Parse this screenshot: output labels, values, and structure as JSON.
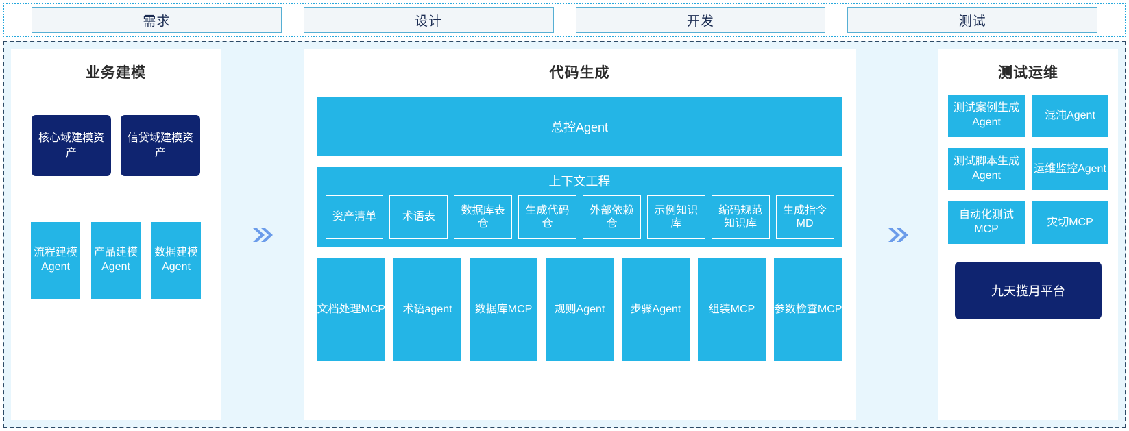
{
  "colors": {
    "cyan": "#24b5e6",
    "navy": "#0f2470",
    "panel_bg": "#e8f6fd",
    "chevron": "#6b9cea",
    "frame_border": "#2c4a66",
    "phase_border": "#27a8dd"
  },
  "phases": [
    {
      "label": "需求"
    },
    {
      "label": "设计"
    },
    {
      "label": "开发"
    },
    {
      "label": "测试"
    }
  ],
  "left_panel": {
    "title": "业务建模",
    "assets": [
      {
        "label": "核心域建模资产"
      },
      {
        "label": "信贷域建模资产"
      }
    ],
    "agents": [
      {
        "label": "流程建模Agent"
      },
      {
        "label": "产品建模Agent"
      },
      {
        "label": "数据建模Agent"
      }
    ]
  },
  "center_panel": {
    "title": "代码生成",
    "master_agent": "总控Agent",
    "context": {
      "title": "上下文工程",
      "items": [
        {
          "label": "资产清单"
        },
        {
          "label": "术语表"
        },
        {
          "label": "数据库表仓"
        },
        {
          "label": "生成代码仓"
        },
        {
          "label": "外部依赖仓"
        },
        {
          "label": "示例知识库"
        },
        {
          "label": "编码规范知识库"
        },
        {
          "label": "生成指令MD"
        }
      ]
    },
    "tools": [
      {
        "label": "文档处理MCP"
      },
      {
        "label": "术语agent"
      },
      {
        "label": "数据库MCP"
      },
      {
        "label": "规则Agent"
      },
      {
        "label": "步骤Agent"
      },
      {
        "label": "组装MCP"
      },
      {
        "label": "参数检查MCP"
      }
    ]
  },
  "right_panel": {
    "title": "测试运维",
    "items": [
      {
        "label": "测试案例生成Agent"
      },
      {
        "label": "混沌Agent"
      },
      {
        "label": "测试脚本生成Agent"
      },
      {
        "label": "运维监控Agent"
      },
      {
        "label": "自动化测试MCP"
      },
      {
        "label": "灾切MCP"
      }
    ],
    "platform": "九天揽月平台"
  },
  "chevrons": [
    {
      "name": "flow-arrow-left"
    },
    {
      "name": "flow-arrow-right"
    }
  ]
}
